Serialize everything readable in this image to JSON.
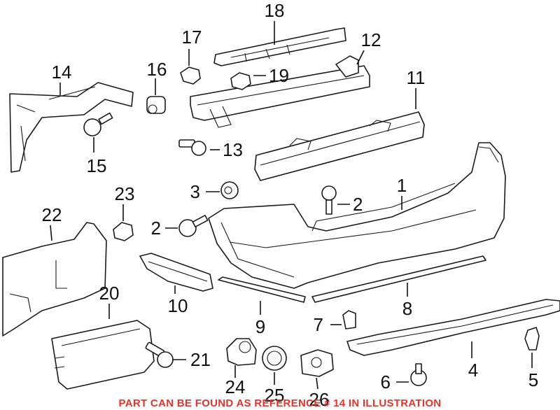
{
  "callouts": [
    {
      "id": "c1",
      "text": "1"
    },
    {
      "id": "c2a",
      "text": "2"
    },
    {
      "id": "c2b",
      "text": "2"
    },
    {
      "id": "c3",
      "text": "3"
    },
    {
      "id": "c4",
      "text": "4"
    },
    {
      "id": "c5",
      "text": "5"
    },
    {
      "id": "c6",
      "text": "6"
    },
    {
      "id": "c7",
      "text": "7"
    },
    {
      "id": "c8",
      "text": "8"
    },
    {
      "id": "c9",
      "text": "9"
    },
    {
      "id": "c10",
      "text": "10"
    },
    {
      "id": "c11",
      "text": "11"
    },
    {
      "id": "c12",
      "text": "12"
    },
    {
      "id": "c13",
      "text": "13"
    },
    {
      "id": "c14",
      "text": "14"
    },
    {
      "id": "c15",
      "text": "15"
    },
    {
      "id": "c16",
      "text": "16"
    },
    {
      "id": "c17",
      "text": "17"
    },
    {
      "id": "c18",
      "text": "18"
    },
    {
      "id": "c19",
      "text": "19"
    },
    {
      "id": "c20",
      "text": "20"
    },
    {
      "id": "c21",
      "text": "21"
    },
    {
      "id": "c22",
      "text": "22"
    },
    {
      "id": "c23",
      "text": "23"
    },
    {
      "id": "c24",
      "text": "24"
    },
    {
      "id": "c25",
      "text": "25"
    },
    {
      "id": "c26",
      "text": "26"
    }
  ],
  "footnote": "PART CAN BE FOUND AS REFERENCE # 14 IN ILLUSTRATION",
  "colors": {
    "footnote": "#e8322a",
    "line": "#1a1a1a",
    "background": "#ffffff"
  }
}
